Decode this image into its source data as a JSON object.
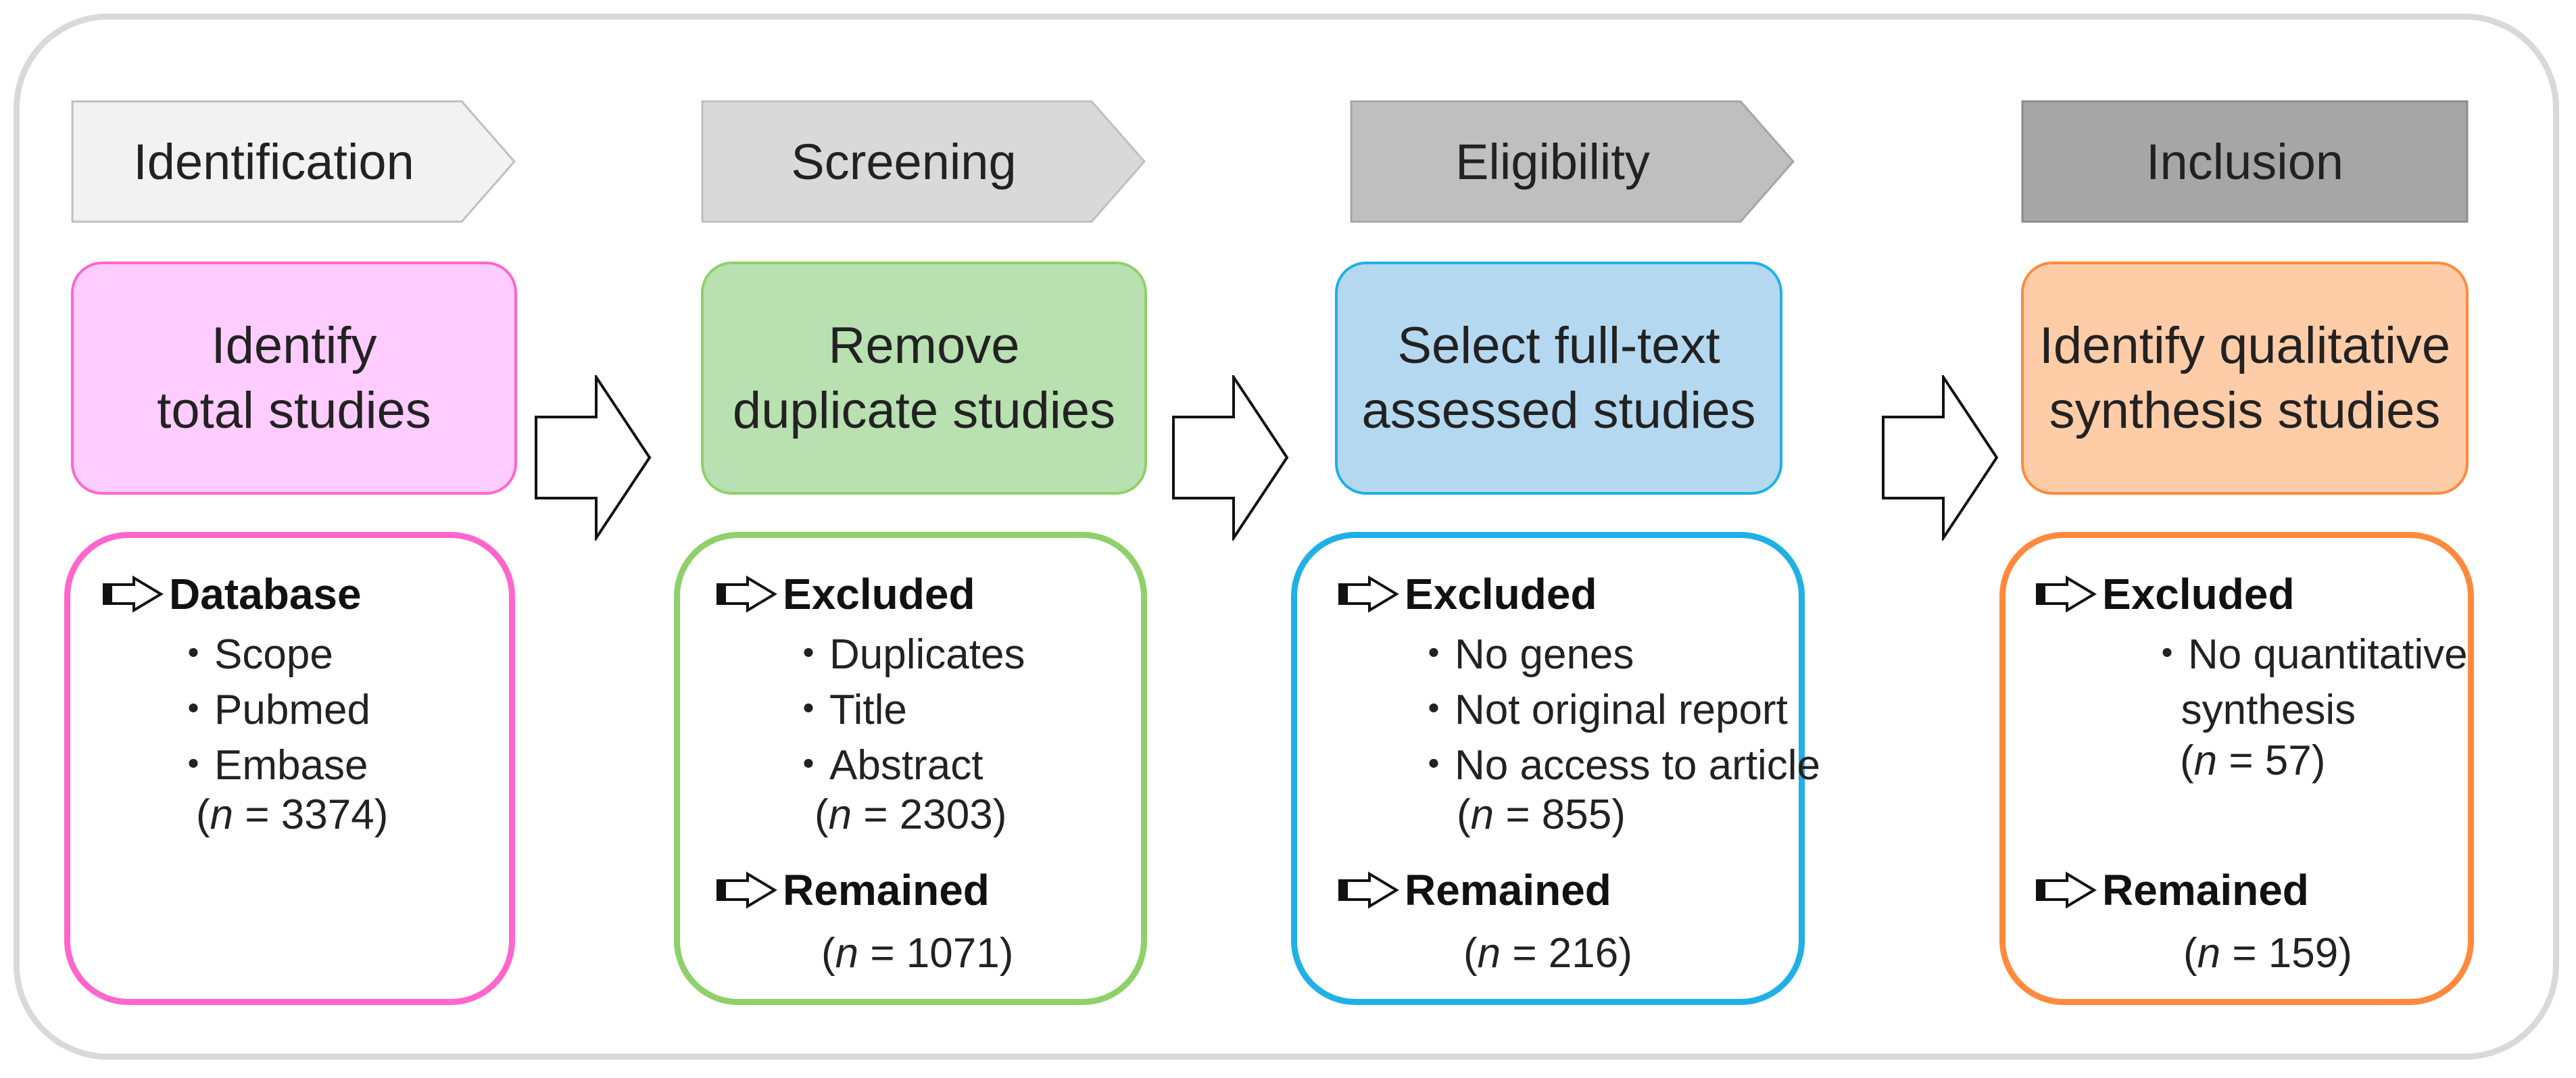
{
  "stages": [
    {
      "label": "Identification",
      "fill": "#f2f2f2",
      "stroke": "#bfbfbf"
    },
    {
      "label": "Screening",
      "fill": "#d9d9d9",
      "stroke": "#bfbfbf"
    },
    {
      "label": "Eligibility",
      "fill": "#bfbfbf",
      "stroke": "#a6a6a6"
    },
    {
      "label": "Inclusion",
      "fill": "#a6a6a6",
      "stroke": "#8c8c8c"
    }
  ],
  "steps": [
    {
      "title": "Identify\ntotal studies",
      "fill": "#ffccff",
      "border": "#ff66cc",
      "sections": [
        {
          "heading": "Database",
          "items": [
            "・Scope",
            "・Pubmed",
            "・Embase"
          ],
          "n_label": "n",
          "n_value": " = 3374)"
        }
      ]
    },
    {
      "title": "Remove\nduplicate studies",
      "fill": "#b9e0b0",
      "border": "#8fd06a",
      "sections": [
        {
          "heading": "Excluded",
          "items": [
            "・Duplicates",
            "・Title",
            "・Abstract"
          ],
          "n_label": "n",
          "n_value": " = 2303)"
        },
        {
          "heading": "Remained",
          "items": [],
          "n_label": "n",
          "n_value": " = 1071)"
        }
      ]
    },
    {
      "title": "Select full-text\nassessed studies",
      "fill": "#b4d8f0",
      "border": "#1fb0e6",
      "sections": [
        {
          "heading": "Excluded",
          "items": [
            "・No genes",
            "・Not original report",
            "・No access to article"
          ],
          "n_label": "n",
          "n_value": " = 855)"
        },
        {
          "heading": "Remained",
          "items": [],
          "n_label": "n",
          "n_value": " = 216)"
        }
      ]
    },
    {
      "title": "Identify qualitative\nsynthesis studies",
      "fill": "#ffcca8",
      "border": "#ff8a3d",
      "sections": [
        {
          "heading": "Excluded",
          "items": [
            "・No quantitative",
            "   synthesis"
          ],
          "n_label": "n",
          "n_value": " = 57)"
        },
        {
          "heading": "Remained",
          "items": [],
          "n_label": "n",
          "n_value": " = 159)"
        }
      ]
    }
  ]
}
